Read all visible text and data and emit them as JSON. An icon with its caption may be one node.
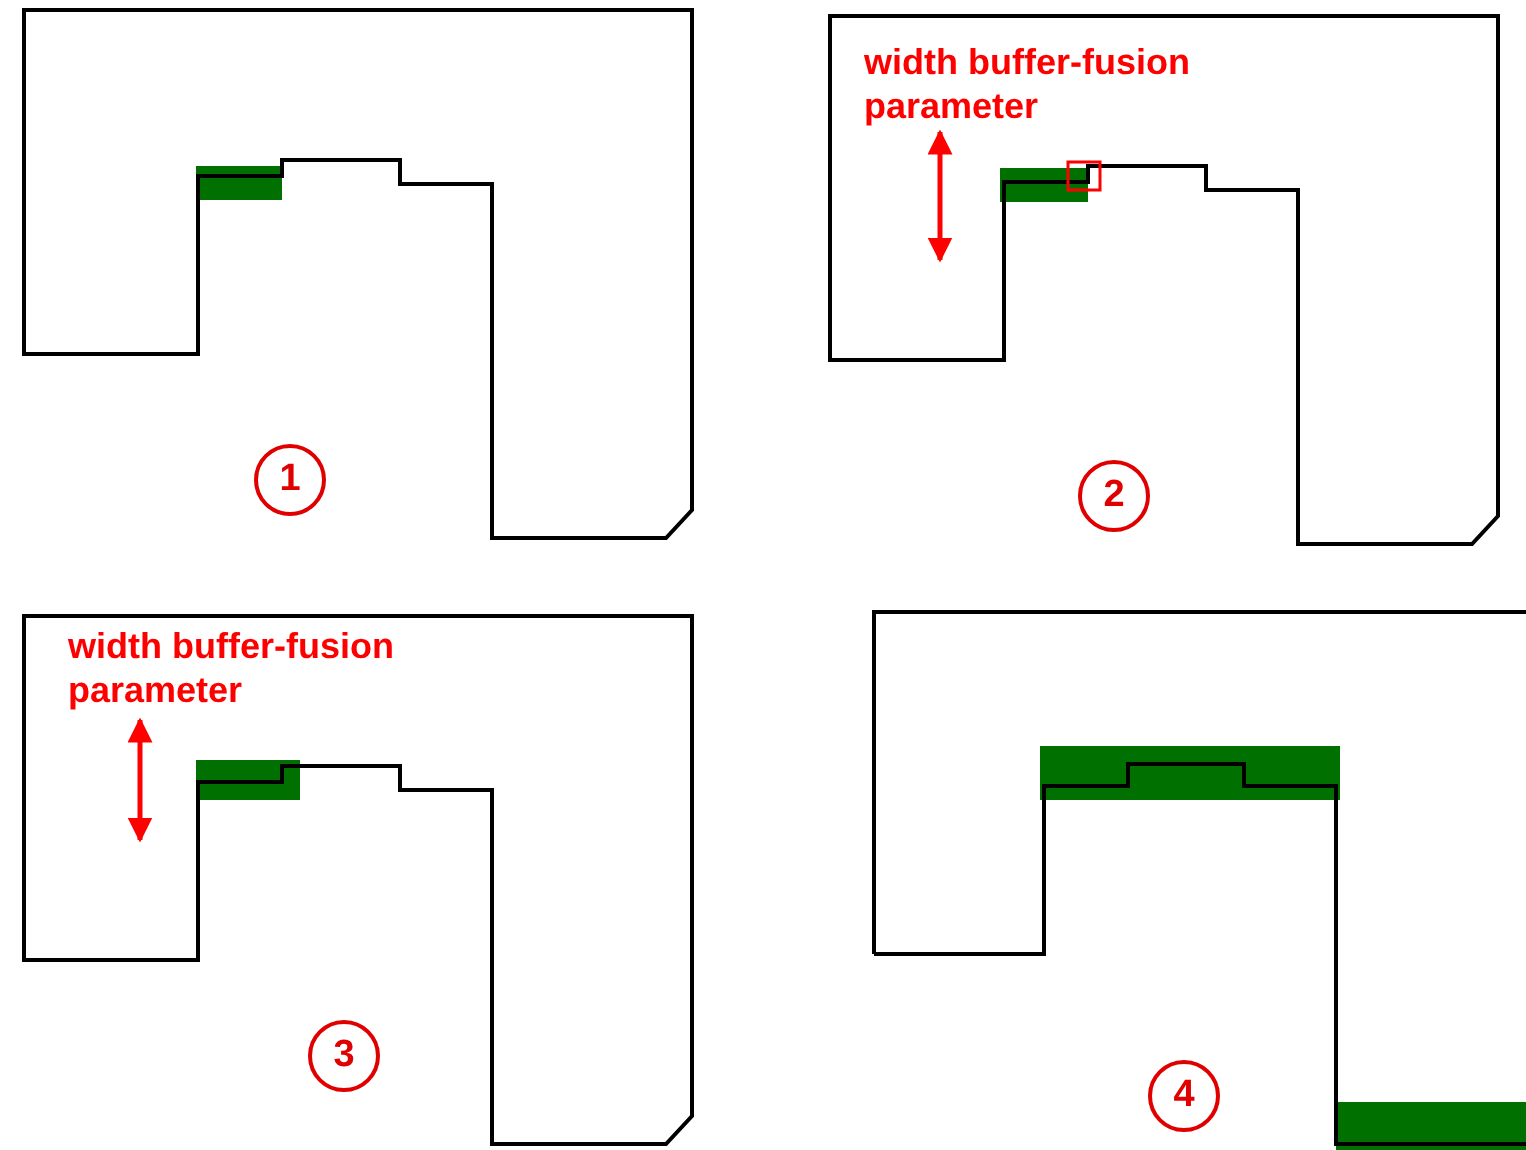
{
  "diagram": {
    "nodes": [
      {
        "text": [
          "1"
        ]
      },
      {
        "text": [
          "2"
        ]
      },
      {
        "text": [
          "3"
        ]
      },
      {
        "text": [
          "4"
        ]
      }
    ],
    "labels": [
      "width buffer-fusion parameter",
      "width buffer-fusion parameter"
    ]
  }
}
